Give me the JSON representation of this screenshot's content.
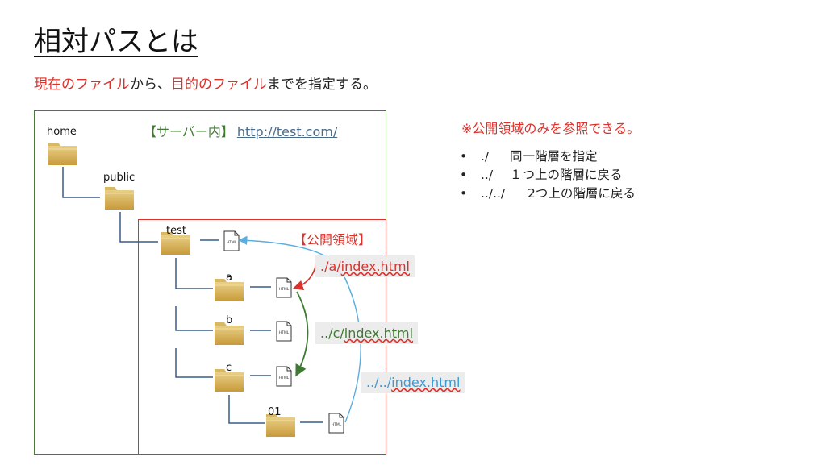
{
  "slide": {
    "title": "相対パスとは",
    "intro": {
      "part1": "現在のファイル",
      "part2": "から、",
      "part3": "目的のファイル",
      "part4": "までを指定する。"
    },
    "server": {
      "label": "【サーバー内】",
      "url": "http://test.com/"
    },
    "public_area": {
      "label": "【公開領域】"
    },
    "folders": {
      "home": "home",
      "public": "public",
      "test": "test",
      "a": "a",
      "b": "b",
      "c": "c",
      "sub01": "01"
    },
    "file_icon_text": "HTML",
    "note": "※公開領域のみを参照できる。",
    "bullets": [
      {
        "bullet": "•",
        "path": "./",
        "desc": "同一階層を指定"
      },
      {
        "bullet": "•",
        "path": "../",
        "desc": "１つ上の階層に戻る"
      },
      {
        "bullet": "•",
        "path": "../../",
        "desc": "2つ上の階層に戻る"
      }
    ],
    "path_labels": {
      "a": {
        "prefix": "./a/",
        "file": "index.html"
      },
      "c": {
        "prefix": "../c/",
        "file": "index.html"
      },
      "up2": {
        "prefix": "../../",
        "file": "index.html"
      }
    },
    "colors": {
      "accent_red": "#e0302a",
      "server_green": "#4a7a3a",
      "arrow_green": "#3f7a32",
      "arrow_blue": "#5aaee0",
      "folder_gold": "#d7b25a"
    }
  }
}
